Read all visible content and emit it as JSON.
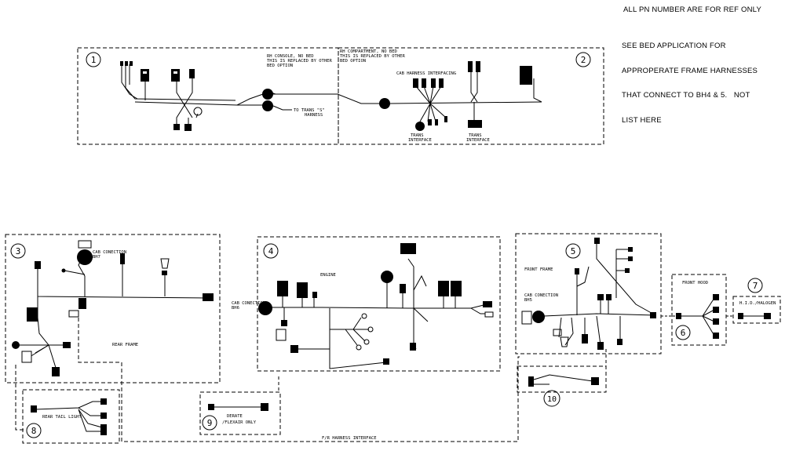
{
  "notes": {
    "ref_only": "ALL PN NUMBER ARE FOR REF ONLY",
    "bed_app": [
      "SEE BED APPLICATION FOR",
      "APPROPERATE FRAME HARNESSES",
      "THAT CONNECT TO BH4 & 5.   NOT",
      "LIST HERE"
    ]
  },
  "callouts": [
    "1",
    "2",
    "3",
    "4",
    "5",
    "6",
    "7",
    "8",
    "9",
    "10"
  ],
  "labels": {
    "rh_console": [
      "RH CONSOLE, NO BED",
      "THIS IS REPLACED BY OTHER",
      "BED OPTION"
    ],
    "rh_compartment": [
      "RH COMPARTMENT, NO BED",
      "THIS IS REPLACED BY OTHER",
      "BED OPTION"
    ],
    "to_trans": [
      "TO TRANS \"S\"",
      "HARNESS"
    ],
    "cab_interfacing": "CAB HARNESS INTERFACING",
    "trans_interface_1": [
      "TRANS",
      "INTERFACE"
    ],
    "trans_interface_2": [
      "TRANS",
      "INTERFACE"
    ],
    "cab_conection_bh7": [
      "CAB CONECTION",
      "BH7"
    ],
    "rear_frame": "REAR FRAME",
    "engine": "ENGINE",
    "cab_conection_bh6": [
      "CAB CONECTION",
      "BH6"
    ],
    "front_frame": "FRONT FRAME",
    "cab_conection_bh5": [
      "CAB CONECTION",
      "BH5"
    ],
    "front_hood": "FRONT HOOD",
    "hid_halogen": "H.I.D./HALOGEN",
    "rear_tail_light": "REAR TAIL LIGHT",
    "derate": [
      "DERATE",
      "/FLEXAIR ONLY"
    ],
    "fr_interface": "F/R HARNESS INTERFACE"
  }
}
